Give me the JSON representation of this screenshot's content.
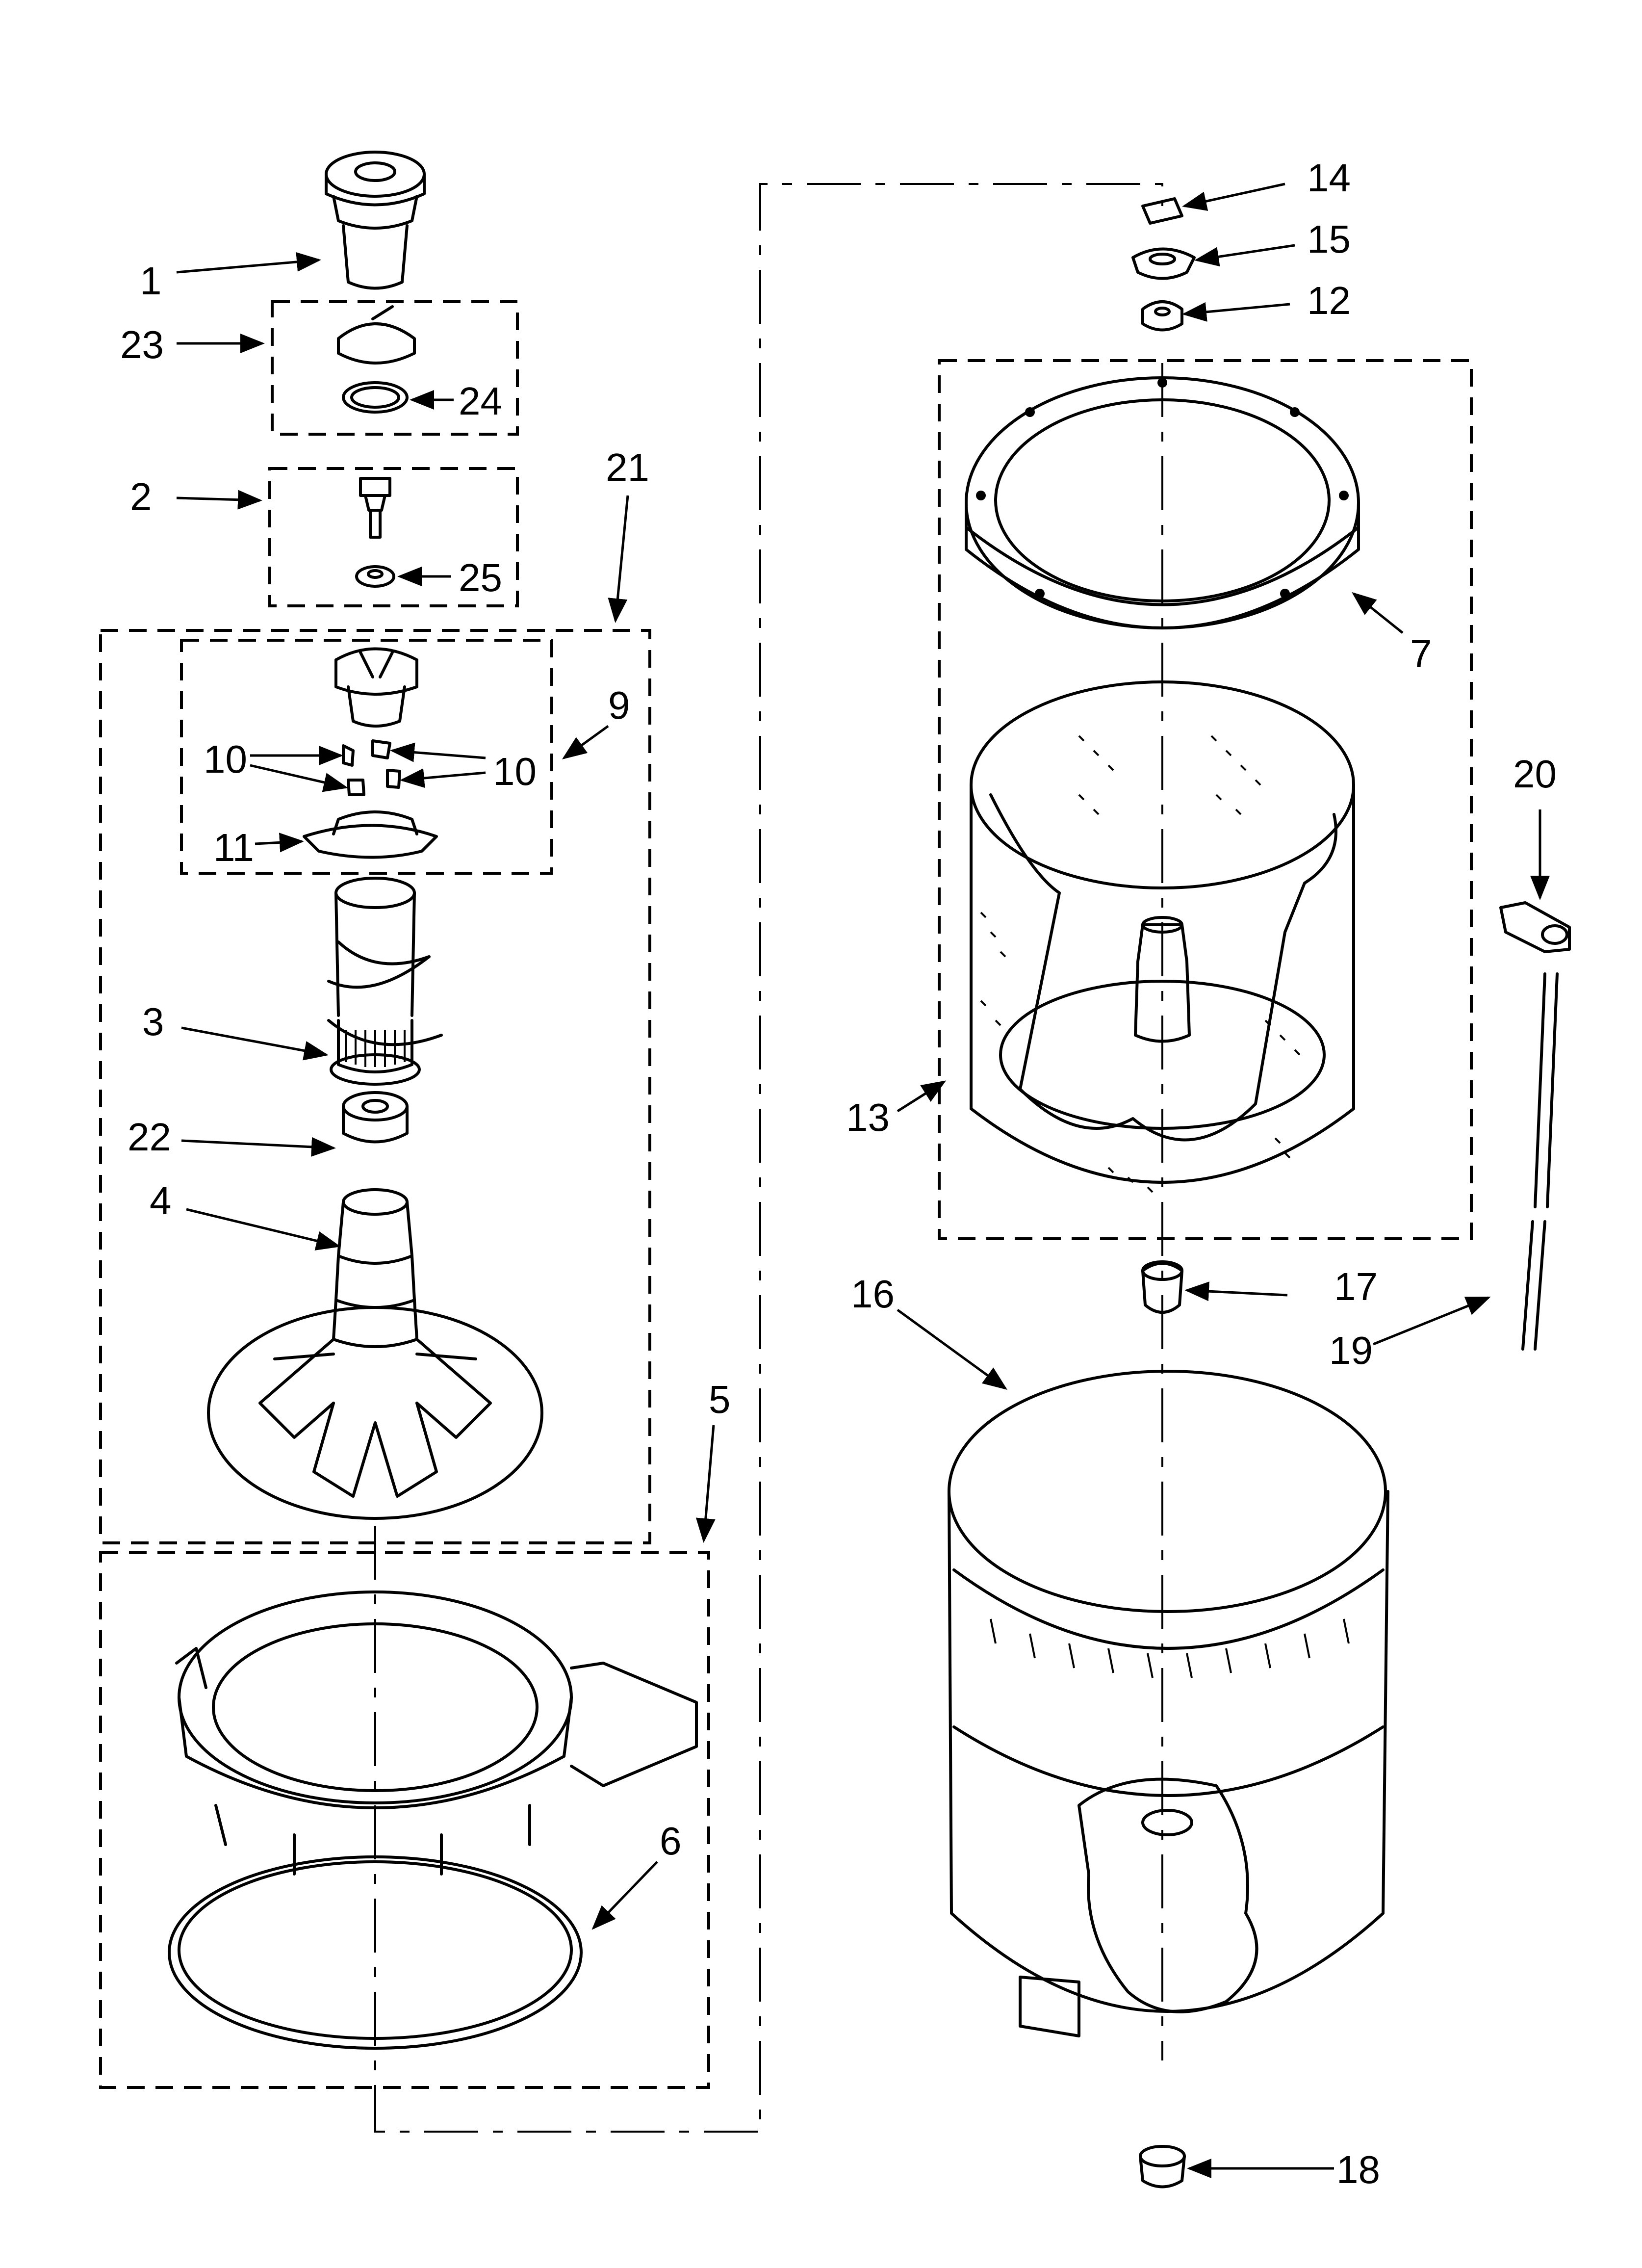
{
  "diagram": {
    "callouts": [
      {
        "id": "1",
        "text": "1"
      },
      {
        "id": "23",
        "text": "23"
      },
      {
        "id": "24",
        "text": "24"
      },
      {
        "id": "2",
        "text": "2"
      },
      {
        "id": "25",
        "text": "25"
      },
      {
        "id": "21",
        "text": "21"
      },
      {
        "id": "9",
        "text": "9"
      },
      {
        "id": "10a",
        "text": "10"
      },
      {
        "id": "10b",
        "text": "10"
      },
      {
        "id": "11",
        "text": "11"
      },
      {
        "id": "3",
        "text": "3"
      },
      {
        "id": "22",
        "text": "22"
      },
      {
        "id": "4",
        "text": "4"
      },
      {
        "id": "5",
        "text": "5"
      },
      {
        "id": "6",
        "text": "6"
      },
      {
        "id": "14",
        "text": "14"
      },
      {
        "id": "15",
        "text": "15"
      },
      {
        "id": "12",
        "text": "12"
      },
      {
        "id": "7",
        "text": "7"
      },
      {
        "id": "20",
        "text": "20"
      },
      {
        "id": "13",
        "text": "13"
      },
      {
        "id": "17",
        "text": "17"
      },
      {
        "id": "16",
        "text": "16"
      },
      {
        "id": "19",
        "text": "19"
      },
      {
        "id": "18",
        "text": "18"
      }
    ]
  }
}
